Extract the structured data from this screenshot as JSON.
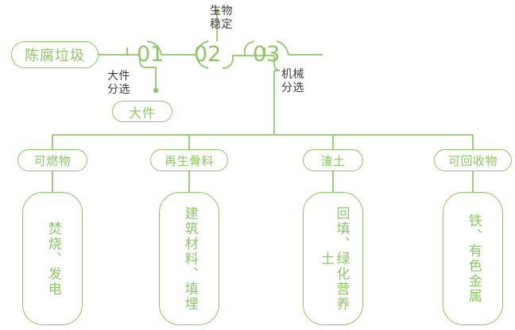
{
  "diagram": {
    "title_node": {
      "label": "陈腐垃圾"
    },
    "steps": [
      {
        "number": "01",
        "note": "大件\n分选"
      },
      {
        "number": "02",
        "note": "生物\n稳定"
      },
      {
        "number": "03",
        "note": "机械\n分选"
      }
    ],
    "side_output": {
      "label": "大件"
    },
    "categories": [
      {
        "label": "可燃物",
        "outcome": "焚烧、发电"
      },
      {
        "label": "再生骨料",
        "outcome": "建筑材料、填埋"
      },
      {
        "label": "渣土",
        "outcome": "回填、绿化营养土"
      },
      {
        "label": "可回收物",
        "outcome": "铁、有色金属"
      }
    ],
    "colors": {
      "line": "#8CC765",
      "accent": "#8CC765",
      "note_text": "#3C3C3C",
      "background": "#FFFFFF"
    }
  }
}
